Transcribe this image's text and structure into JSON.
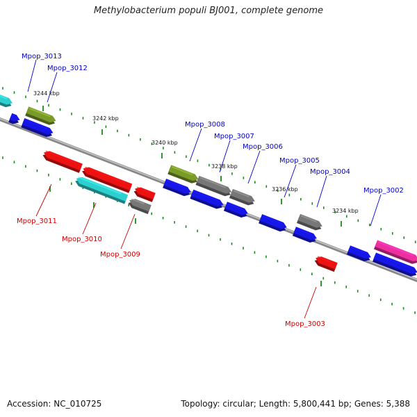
{
  "title": "Methylobacterium populi BJ001, complete genome",
  "footer": {
    "accession": "Accession: NC_010725",
    "summary": "Topology: circular; Length: 5,800,441 bp; Genes: 5,388"
  },
  "colors": {
    "forward_label": "#0000cc",
    "reverse_label": "#cc0000",
    "backbone": "#888888",
    "tick": "#1a8a1a"
  },
  "scale_labels": [
    {
      "text": "3244 kbp",
      "pos": 3244
    },
    {
      "text": "3242 kbp",
      "pos": 3242
    },
    {
      "text": "3240 kbp",
      "pos": 3240
    },
    {
      "text": "3238 kbp",
      "pos": 3238
    },
    {
      "text": "3236 kbp",
      "pos": 3236
    },
    {
      "text": "3234 kbp",
      "pos": 3234
    }
  ],
  "gene_labels": {
    "forward": [
      "Mpop_3013",
      "Mpop_3012",
      "Mpop_3008",
      "Mpop_3007",
      "Mpop_3006",
      "Mpop_3005",
      "Mpop_3004",
      "Mpop_3002"
    ],
    "reverse": [
      "Mpop_3011",
      "Mpop_3010",
      "Mpop_3009",
      "Mpop_3003"
    ]
  },
  "features": [
    {
      "name": "feature-cyan-fwd",
      "color": "#2ecfcf",
      "strand": "fwd",
      "track": "outer"
    },
    {
      "name": "feature-blue-fwd",
      "color": "#1616e8",
      "strand": "fwd",
      "track": "inner"
    },
    {
      "name": "feature-olive-fwd",
      "color": "#7a9a2a",
      "strand": "fwd",
      "track": "outer"
    },
    {
      "name": "feature-blue-fwd-2",
      "color": "#1616e8",
      "strand": "fwd",
      "track": "inner"
    },
    {
      "name": "feature-red-rev",
      "color": "#ee1111",
      "strand": "rev",
      "track": "outer"
    },
    {
      "name": "feature-red-rev-2",
      "color": "#ee1111",
      "strand": "rev",
      "track": "outer"
    },
    {
      "name": "feature-cyan-rev",
      "color": "#2ecfcf",
      "strand": "rev",
      "track": "inner"
    },
    {
      "name": "feature-red-rev-3",
      "color": "#ee1111",
      "strand": "rev",
      "track": "outer"
    },
    {
      "name": "feature-gray-rev",
      "color": "#777777",
      "strand": "rev",
      "track": "inner"
    },
    {
      "name": "feature-olive-fwd-2",
      "color": "#7a9a2a",
      "strand": "fwd",
      "track": "outer"
    },
    {
      "name": "feature-gray-fwd",
      "color": "#777777",
      "strand": "fwd",
      "track": "outer"
    },
    {
      "name": "feature-gray-fwd-2",
      "color": "#777777",
      "strand": "fwd",
      "track": "outer"
    },
    {
      "name": "feature-blue-fwd-3",
      "color": "#1616e8",
      "strand": "fwd",
      "track": "inner"
    },
    {
      "name": "feature-blue-fwd-4",
      "color": "#1616e8",
      "strand": "fwd",
      "track": "inner"
    },
    {
      "name": "feature-blue-fwd-5",
      "color": "#1616e8",
      "strand": "fwd",
      "track": "inner"
    },
    {
      "name": "feature-blue-fwd-6",
      "color": "#1616e8",
      "strand": "fwd",
      "track": "inner"
    },
    {
      "name": "feature-gray-fwd-3",
      "color": "#777777",
      "strand": "fwd",
      "track": "outer"
    },
    {
      "name": "feature-blue-fwd-7",
      "color": "#1616e8",
      "strand": "fwd",
      "track": "inner"
    },
    {
      "name": "feature-red-rev-4",
      "color": "#ee1111",
      "strand": "rev",
      "track": "outer"
    },
    {
      "name": "feature-blue-fwd-8",
      "color": "#1616e8",
      "strand": "fwd",
      "track": "inner"
    },
    {
      "name": "feature-pink-fwd",
      "color": "#ee2fa0",
      "strand": "fwd",
      "track": "outer"
    },
    {
      "name": "feature-blue-fwd-9",
      "color": "#1616e8",
      "strand": "fwd",
      "track": "inner"
    }
  ]
}
